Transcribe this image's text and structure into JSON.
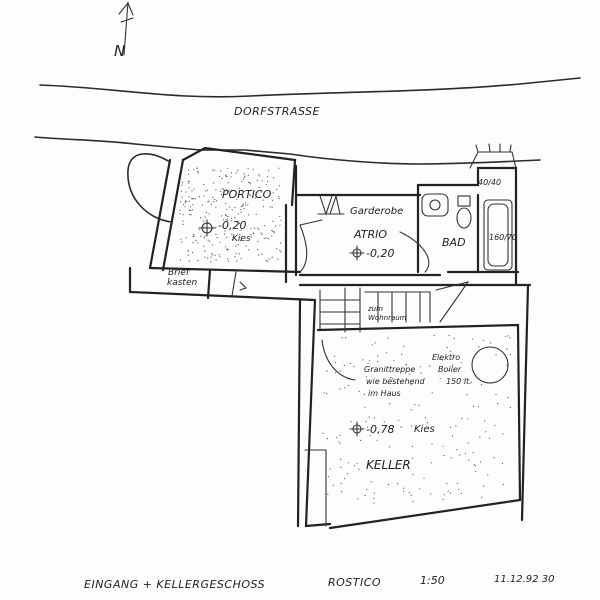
{
  "north_arrow": {
    "label": "N"
  },
  "street": {
    "label": "DORFSTRASSE"
  },
  "rooms": {
    "portico": {
      "name": "PORTICO",
      "level": "-0,20",
      "floor": "Kies"
    },
    "atrio": {
      "name": "ATRIO",
      "level": "-0,20"
    },
    "bad": {
      "name": "BAD"
    },
    "keller": {
      "name": "KELLER",
      "level": "-0,78",
      "floor": "Kies"
    }
  },
  "labels": {
    "garderobe": "Garderobe",
    "briefkasten_line1": "Brief",
    "briefkasten_line2": "kasten",
    "zum_wohnraum_line1": "zum",
    "zum_wohnraum_line2": "Wohnraum",
    "granittreppe_line1": "Granittreppe",
    "granittreppe_line2": "wie bestehend",
    "granittreppe_line3": "im Haus",
    "elektro_line1": "Elektro",
    "elektro_line2": "Boiler",
    "elektro_line3": "150 lt.",
    "dim_40_40": "40/40",
    "dim_160_70": "160/70"
  },
  "title_block": {
    "title": "EINGANG + KELLERGESCHOSS",
    "project": "ROSTICO",
    "scale": "1:50",
    "date": "11.12.92 30"
  }
}
